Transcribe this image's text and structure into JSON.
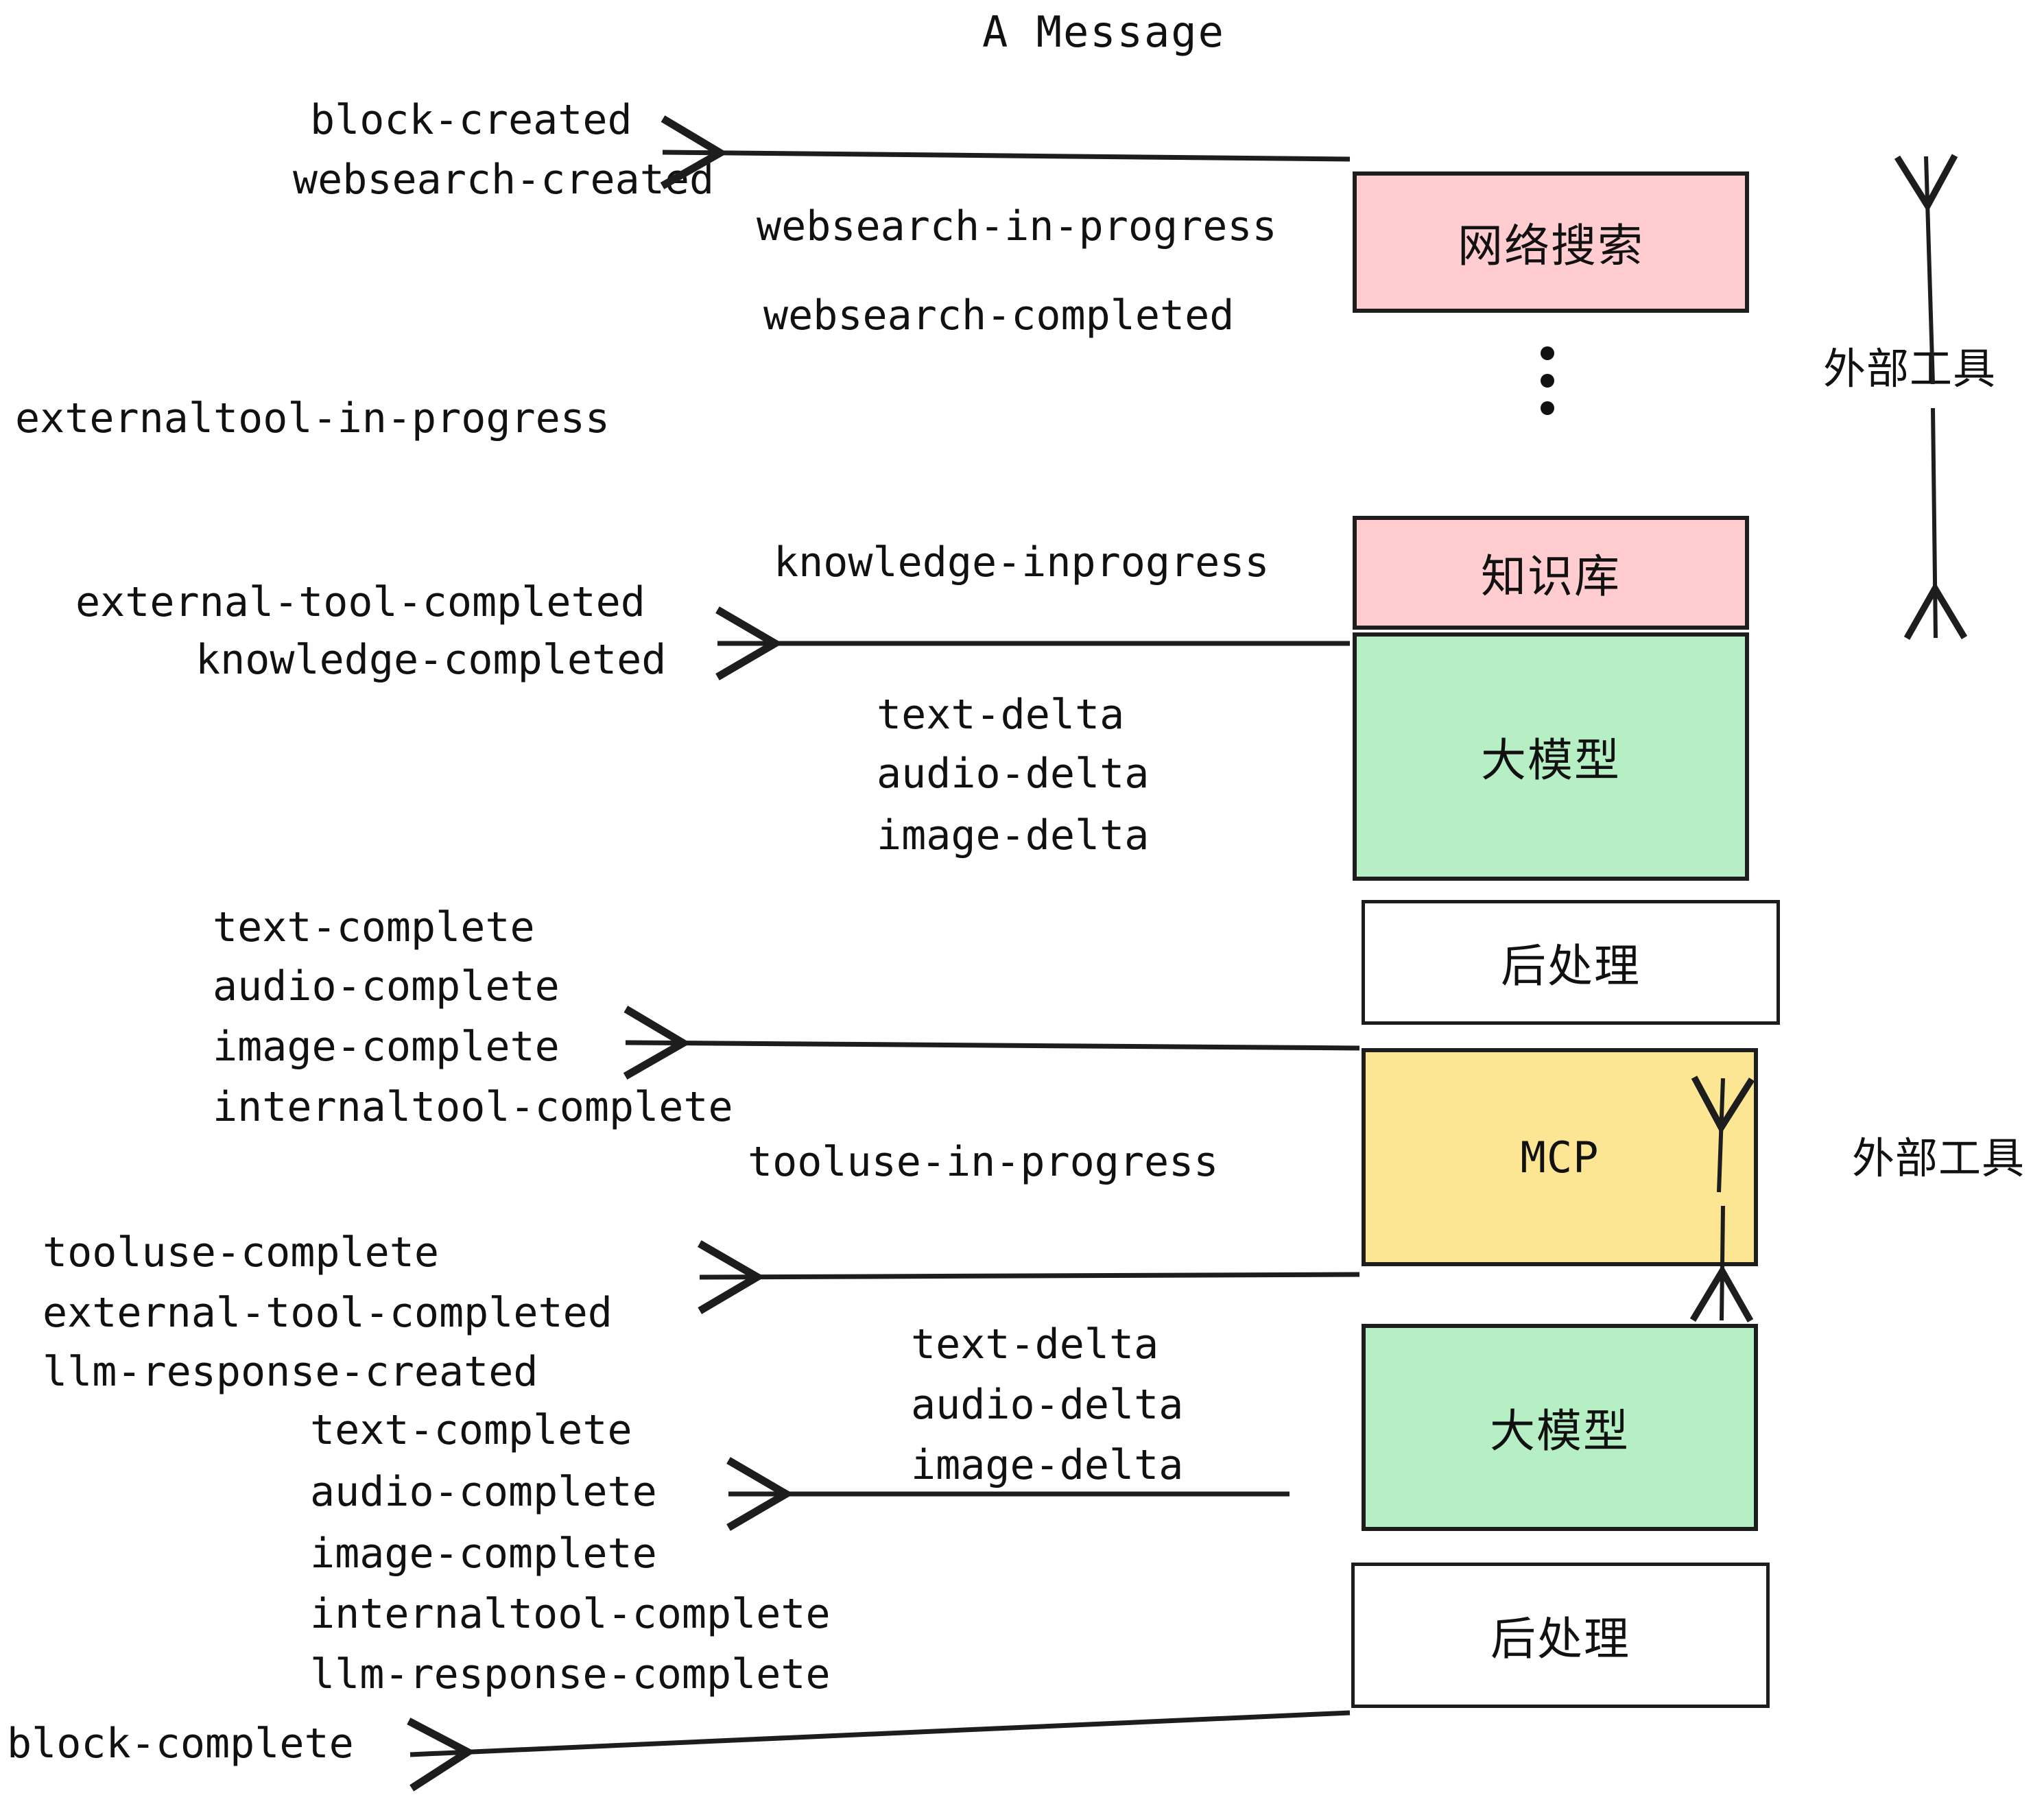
{
  "title": "A Message",
  "boxes": [
    {
      "label": "网络搜索",
      "color": "#ffccd0",
      "type": "tool"
    },
    {
      "label": "知识库",
      "color": "#ffccd0",
      "type": "tool"
    },
    {
      "label": "大模型",
      "color": "#b5efc3",
      "type": "llm"
    },
    {
      "label": "后处理",
      "color": "#ffffff",
      "type": "post"
    },
    {
      "label": "MCP",
      "color": "#fce694",
      "type": "mcp"
    },
    {
      "label": "大模型",
      "color": "#b5efc3",
      "type": "llm"
    },
    {
      "label": "后处理",
      "color": "#ffffff",
      "type": "post"
    }
  ],
  "side_labels": {
    "external_tool_top": "外部工具",
    "external_tool_bottom": "外部工具"
  },
  "events": {
    "block_created": "block-created",
    "websearch_created": "websearch-created",
    "websearch_in_progress": "websearch-in-progress",
    "websearch_completed": "websearch-completed",
    "externaltool_in_progress": "externaltool-in-progress",
    "knowledge_inprogress": "knowledge-inprogress",
    "external_tool_completed_1": "external-tool-completed",
    "knowledge_completed": "knowledge-completed",
    "text_delta_1": "text-delta",
    "audio_delta_1": "audio-delta",
    "image_delta_1": "image-delta",
    "text_complete_1": "text-complete",
    "audio_complete_1": "audio-complete",
    "image_complete_1": "image-complete",
    "internaltool_complete_1": "internaltool-complete",
    "tooluse_in_progress": "tooluse-in-progress",
    "tooluse_complete": "tooluse-complete",
    "external_tool_completed_2": "external-tool-completed",
    "llm_response_created": "llm-response-created",
    "text_delta_2": "text-delta",
    "audio_delta_2": "audio-delta",
    "image_delta_2": "image-delta",
    "text_complete_2": "text-complete",
    "audio_complete_2": "audio-complete",
    "image_complete_2": "image-complete",
    "internaltool_complete_2": "internaltool-complete",
    "llm_response_complete": "llm-response-complete",
    "block_complete": "block-complete"
  },
  "colors": {
    "stroke": "#1d1d1d",
    "tool_fill": "#ffccd0",
    "llm_fill": "#b5efc3",
    "mcp_fill": "#fce694",
    "post_fill": "#ffffff",
    "text": "#111111",
    "background": "#ffffff"
  }
}
